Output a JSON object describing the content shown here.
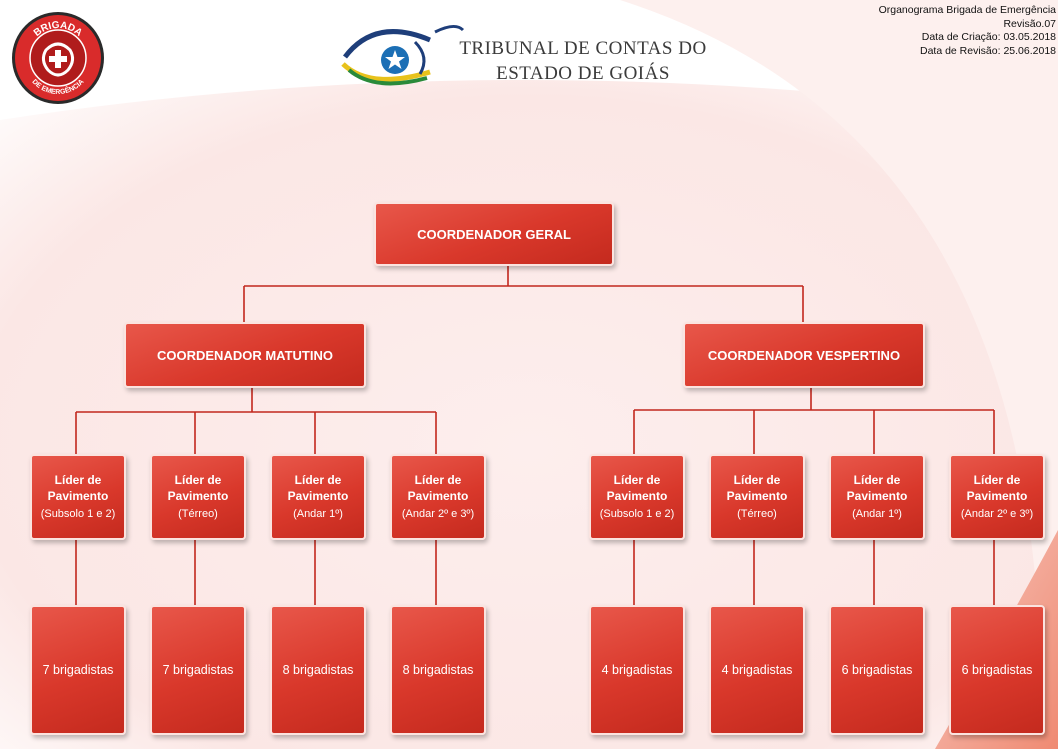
{
  "header": {
    "doc_title": "Organograma Brigada de Emergência",
    "revision": "Revisão.07",
    "creation_date": "Data de Criação: 03.05.2018",
    "revision_date": "Data de Revisão: 25.06.2018"
  },
  "logos": {
    "brigada_text_top": "BRIGADA",
    "brigada_text_bottom": "DE EMERGÊNCIA",
    "tce_line1": "TRIBUNAL DE CONTAS DO",
    "tce_line2": "ESTADO DE GOIÁS"
  },
  "chart": {
    "root": "COORDENADOR GERAL",
    "branches": [
      {
        "title": "COORDENADOR MATUTINO",
        "leaders": [
          {
            "role": "Líder de Pavimento",
            "area": "(Subsolo 1 e 2)",
            "team": "7 brigadistas"
          },
          {
            "role": "Líder de Pavimento",
            "area": "(Térreo)",
            "team": "7 brigadistas"
          },
          {
            "role": "Líder de Pavimento",
            "area": "(Andar 1º)",
            "team": "8 brigadistas"
          },
          {
            "role": "Líder de Pavimento",
            "area": "(Andar 2º e 3º)",
            "team": "8 brigadistas"
          }
        ]
      },
      {
        "title": "COORDENADOR VESPERTINO",
        "leaders": [
          {
            "role": "Líder de Pavimento",
            "area": "(Subsolo 1 e 2)",
            "team": "4 brigadistas"
          },
          {
            "role": "Líder de Pavimento",
            "area": "(Térreo)",
            "team": "4 brigadistas"
          },
          {
            "role": "Líder de Pavimento",
            "area": "(Andar 1º)",
            "team": "6 brigadistas"
          },
          {
            "role": "Líder de Pavimento",
            "area": "(Andar 2º e 3º)",
            "team": "6 brigadistas"
          }
        ]
      }
    ]
  }
}
